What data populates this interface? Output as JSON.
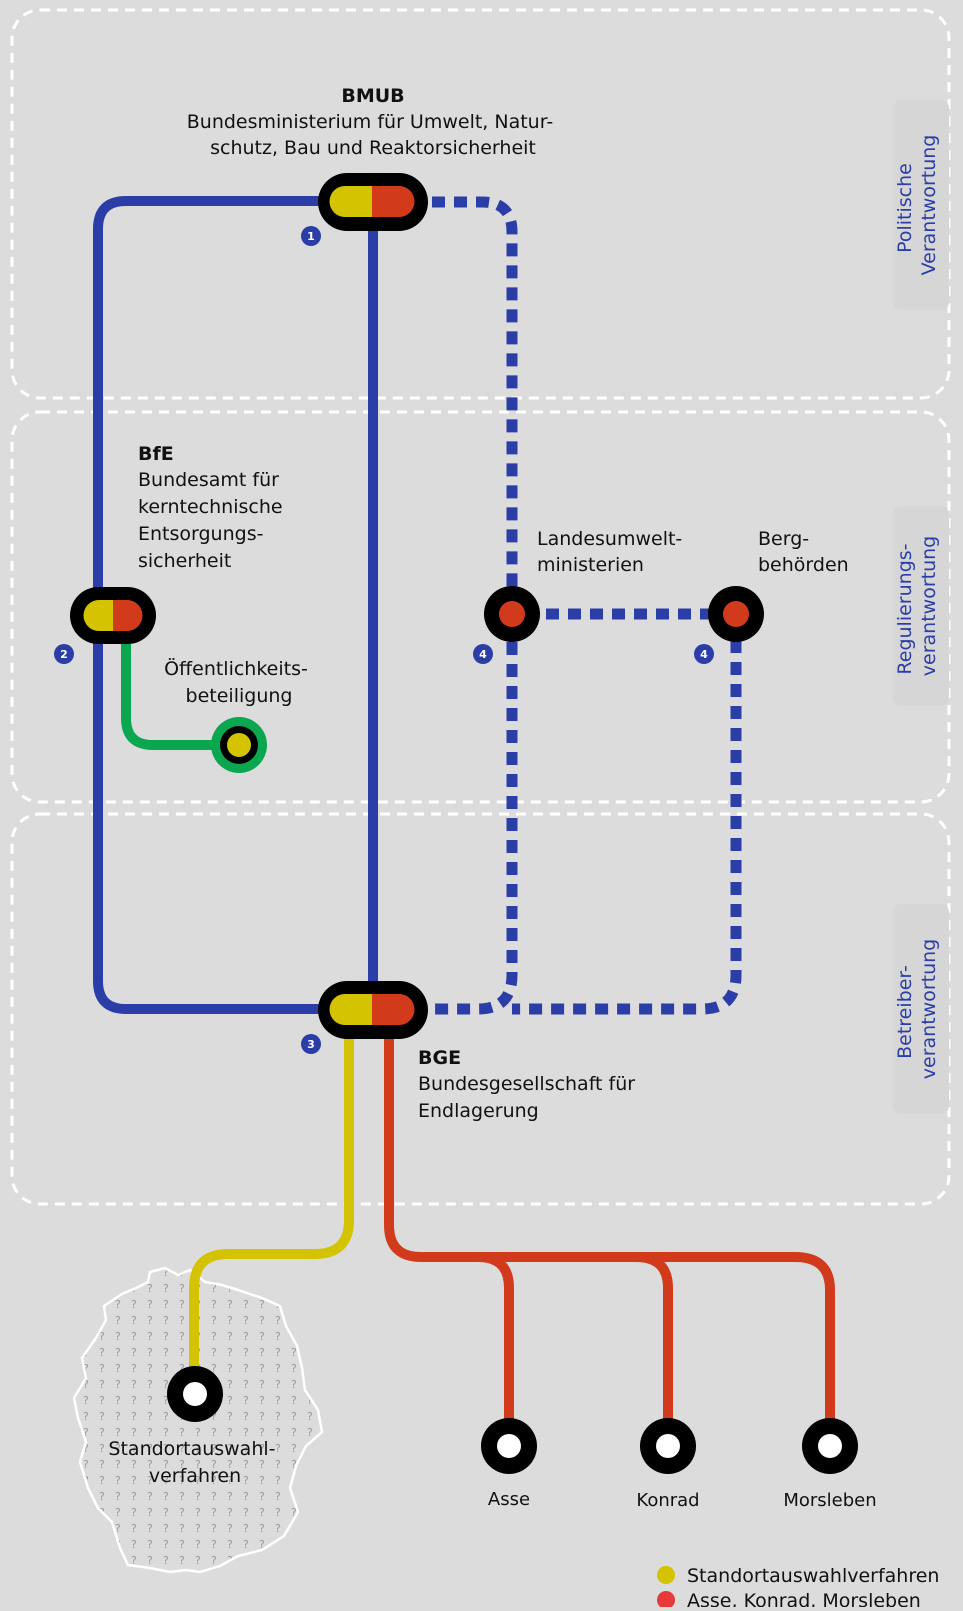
{
  "sections": {
    "political": {
      "line1": "Politische",
      "line2": "Verantwortung"
    },
    "regulatory": {
      "line1": "Regulierungs-",
      "line2": "verantwortung"
    },
    "operator": {
      "line1": "Betreiber-",
      "line2": "verantwortung"
    }
  },
  "nodes": {
    "bmub": {
      "title": "BMUB",
      "line1": "Bundesministerium für Umwelt, Natur-",
      "line2": "schutz, Bau und Reaktorsicherheit",
      "number": "1"
    },
    "bfe": {
      "title": "BfE",
      "line1": "Bundesamt für",
      "line2": "kerntechnische",
      "line3": "Entsorgungs-",
      "line4": "sicherheit",
      "number": "2"
    },
    "bge": {
      "title": "BGE",
      "line1": "Bundesgesellschaft für",
      "line2": "Endlagerung",
      "number": "3"
    },
    "public": {
      "line1": "Öffentlichkeits-",
      "line2": "beteiligung"
    },
    "land": {
      "line1": "Landesumwelt-",
      "line2": "ministerien",
      "number": "4"
    },
    "berg": {
      "line1": "Berg-",
      "line2": "behörden",
      "number": "4"
    }
  },
  "stops": {
    "standort": {
      "line1": "Standortauswahl-",
      "line2": "verfahren"
    },
    "asse": "Asse",
    "konrad": "Konrad",
    "morsleben": "Morsleben"
  },
  "legend": {
    "yellow": "Standortauswahlverfahren",
    "red": "Asse, Konrad, Morsleben"
  },
  "colors": {
    "blue": "#2b3ea8",
    "yellow": "#d4c300",
    "red": "#d23a1c",
    "green": "#0aa650",
    "background": "#dcdcdc"
  }
}
